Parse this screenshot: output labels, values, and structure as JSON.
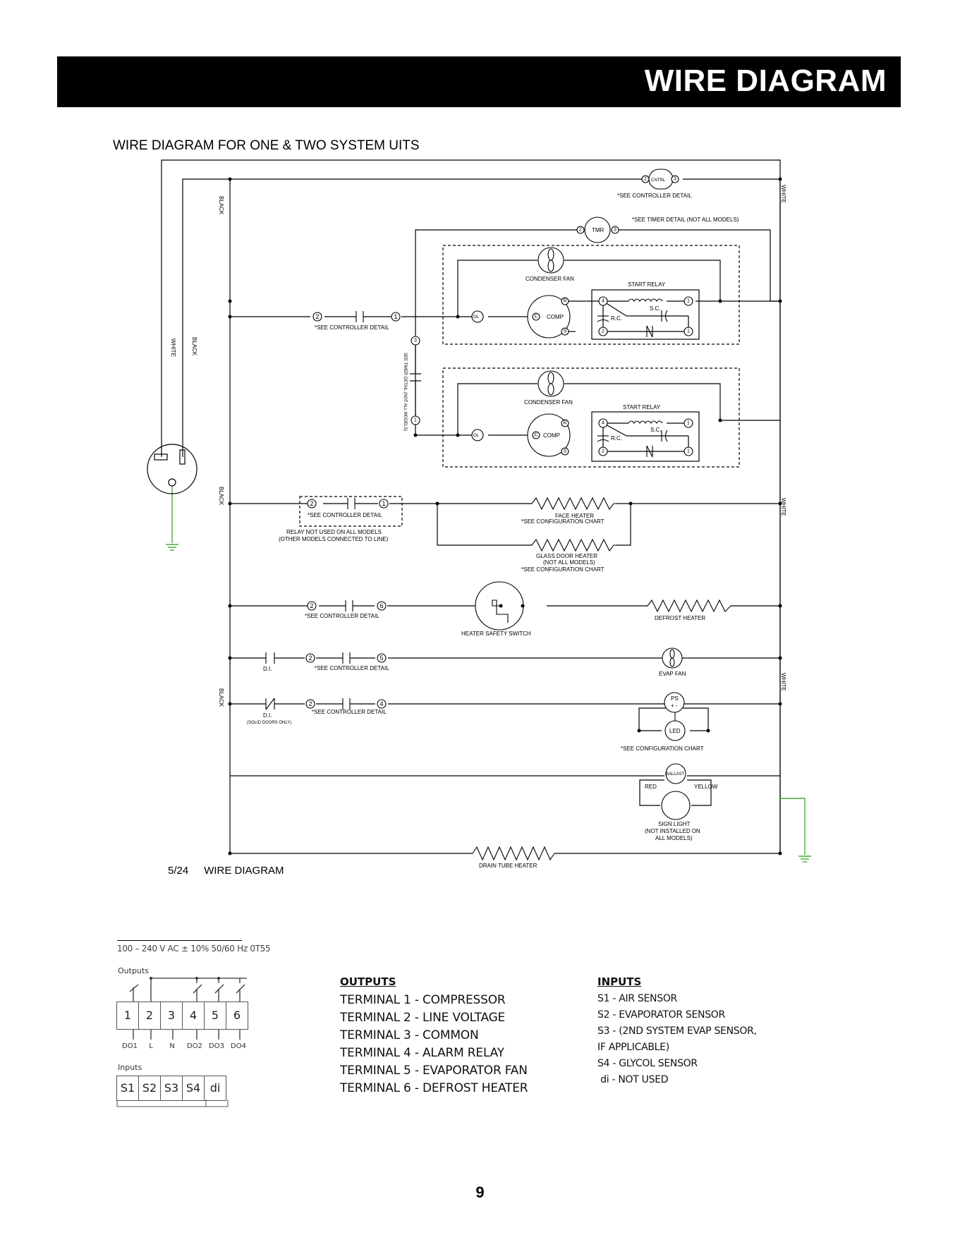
{
  "header": {
    "title": "WIRE DIAGRAM"
  },
  "subtitle": "WIRE DIAGRAM FOR ONE & TWO SYSTEM UITS",
  "diagram": {
    "wire_black": "BLACK",
    "wire_white": "WHITE",
    "cntrl": "CNTRL",
    "see_controller_detail": "*SEE CONTROLLER DETAIL",
    "tmr": "TMR",
    "see_timer_detail": "*SEE TIMER DETAIL (NOT ALL MODELS)",
    "see_timer_detail_vertical": "SEE TIMER DETAIL (NOT ALL MODELS)",
    "condenser_fan": "CONDENSER FAN",
    "start_relay": "START RELAY",
    "ol": "OL",
    "comp": "COMP",
    "sc": "S.C.",
    "rc": "R.C.",
    "c": "C",
    "r": "R",
    "s": "S",
    "relay_not_used": "RELAY NOT USED ON ALL MODELS",
    "other_models": "(OTHER MODELS CONNECTED TO LINE)",
    "face_heater": "FACE HEATER",
    "see_configuration_chart": "*SEE CONFIGURATION CHART",
    "glass_door_heater": "GLASS DOOR HEATER",
    "not_all_models_paren": "(NOT ALL MODELS)",
    "heater_safety_switch": "HEATER SAFETY SWITCH",
    "defrost_heater": "DEFROST HEATER",
    "di": "D.I.",
    "solid_doors_only": "(SOLID DOORS ONLY)",
    "evap_fan": "EVAP FAN",
    "ps": "PS",
    "ps_polarity": "+ -",
    "led": "LED",
    "ballast": "BALLAST",
    "red": "RED",
    "yellow": "YELLOW",
    "sign_light": "SIGN LIGHT",
    "not_installed_on": "(NOT INSTALLED ON",
    "all_models_paren": "ALL MODELS)",
    "drain_tube_heater": "DRAIN TUBE HEATER",
    "n2": "2",
    "n1": "1",
    "n3": "3",
    "n4": "4",
    "n5": "5",
    "n6": "6",
    "wire_black_color": "#000000",
    "ground_color": "#44aa33"
  },
  "caption": {
    "code": "5/24",
    "text": "WIRE DIAGRAM"
  },
  "controller": {
    "spec": "100 – 240 V AC ± 10% 50/60 Hz 0T55",
    "outputs_label": "Outputs",
    "inputs_label": "Inputs",
    "terminals": [
      "1",
      "2",
      "3",
      "4",
      "5",
      "6"
    ],
    "terminal_labels": [
      "DO1",
      "L",
      "N",
      "DO2",
      "DO3",
      "DO4"
    ],
    "input_terminals": [
      "S1",
      "S2",
      "S3",
      "S4",
      "di"
    ]
  },
  "outputs": {
    "title": "OUTPUTS",
    "items": [
      "TERMINAL 1  - COMPRESSOR",
      "TERMINAL 2 - LINE VOLTAGE",
      "TERMINAL 3 - COMMON",
      "TERMINAL 4 - ALARM RELAY",
      "TERMINAL 5 - EVAPORATOR FAN",
      "TERMINAL 6 - DEFROST HEATER"
    ]
  },
  "inputs": {
    "title": "INPUTS",
    "items": [
      "S1 - AIR SENSOR",
      "S2 - EVAPORATOR SENSOR",
      "S3 - (2ND SYSTEM EVAP SENSOR,",
      "IF APPLICABLE)",
      "S4 - GLYCOL SENSOR",
      " di - NOT USED"
    ]
  },
  "page_number": "9"
}
